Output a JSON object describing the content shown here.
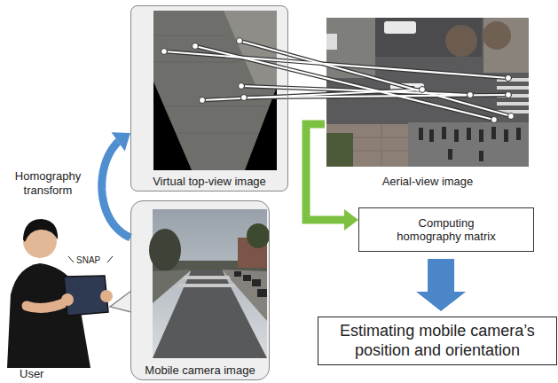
{
  "diagram": {
    "nodes": [
      {
        "text": [
          "Virtual top-view image"
        ]
      },
      {
        "text": [
          "Aerial-view image"
        ]
      },
      {
        "text": [
          "Mobile camera image"
        ]
      },
      {
        "text": [
          "Computing homography matrix"
        ]
      },
      {
        "text": [
          "Estimating mobile camera’s position and orientation"
        ]
      }
    ],
    "edges": [
      {
        "from": 2,
        "to": 0,
        "arrow": "to",
        "label": "Homography transform"
      },
      {
        "from": 1,
        "to": 3,
        "arrow": "to"
      },
      {
        "from": 3,
        "to": 4,
        "arrow": "to"
      }
    ],
    "labels": [
      "SNAP",
      "User"
    ]
  }
}
